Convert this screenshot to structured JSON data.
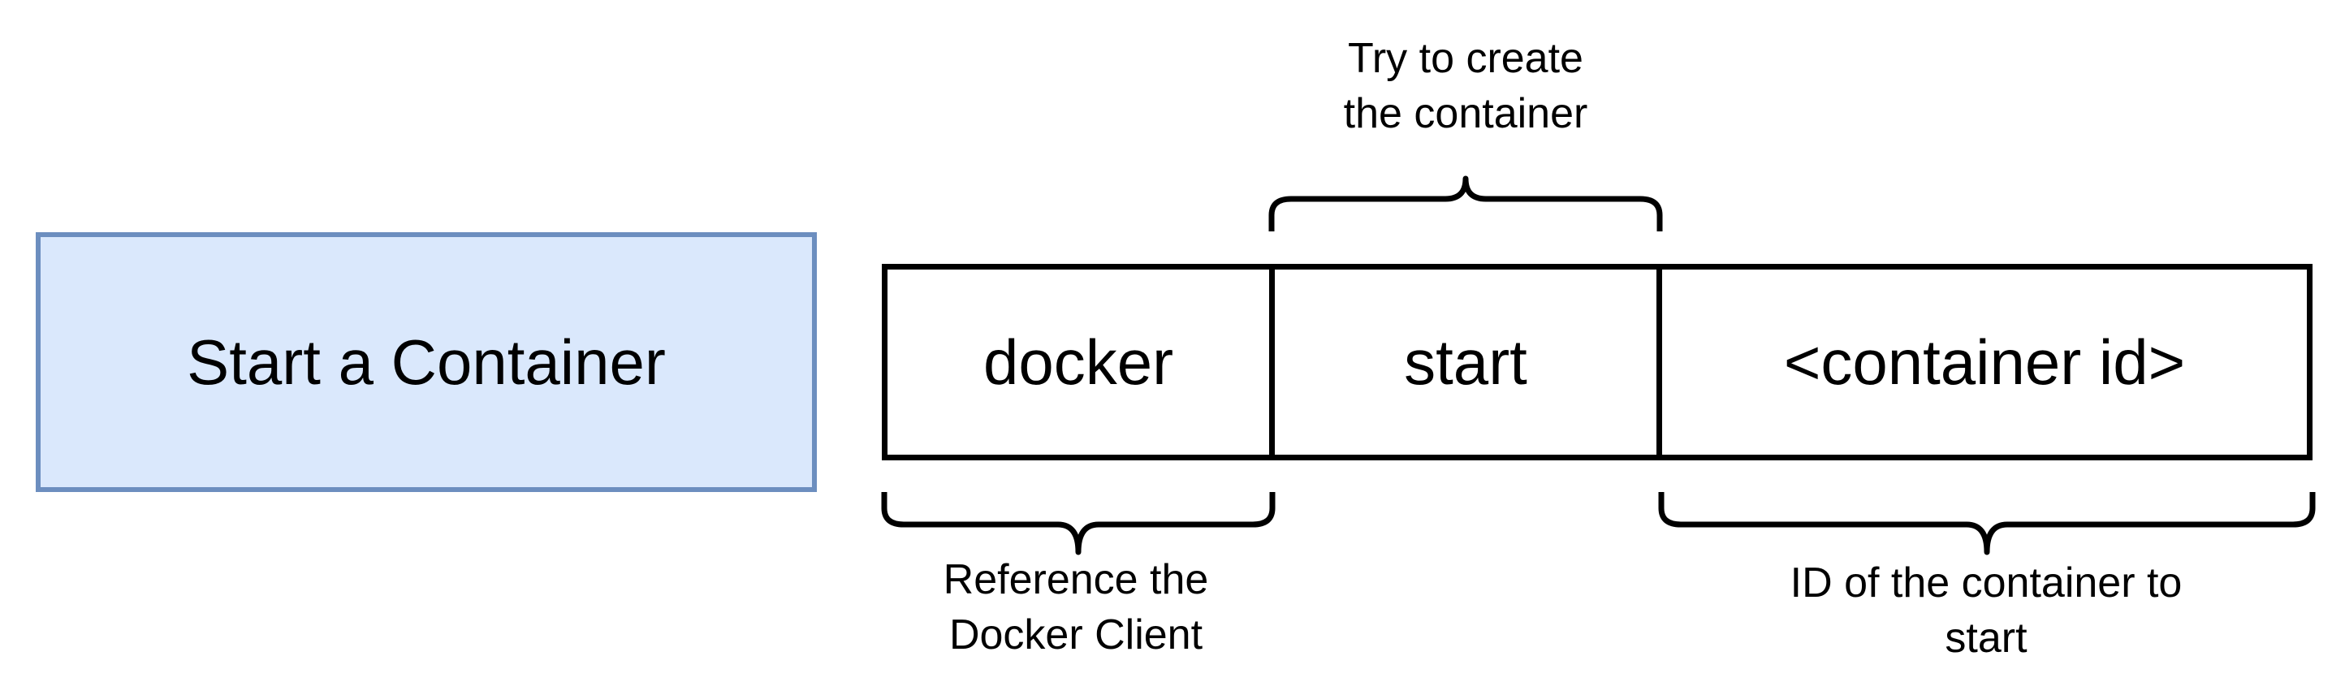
{
  "diagram": {
    "title": "Start a Container",
    "command_parts": [
      {
        "text": "docker"
      },
      {
        "text": "start"
      },
      {
        "text": "<container id>"
      }
    ],
    "annotations": {
      "start": {
        "line1": "Try to create",
        "line2": "the container"
      },
      "docker": {
        "line1": "Reference the",
        "line2": "Docker Client"
      },
      "container_id": {
        "line1": "ID of the container to",
        "line2": "start"
      }
    },
    "colors": {
      "title_fill": "#dae8fc",
      "title_border": "#6c8ebf",
      "stroke": "#000000"
    }
  }
}
